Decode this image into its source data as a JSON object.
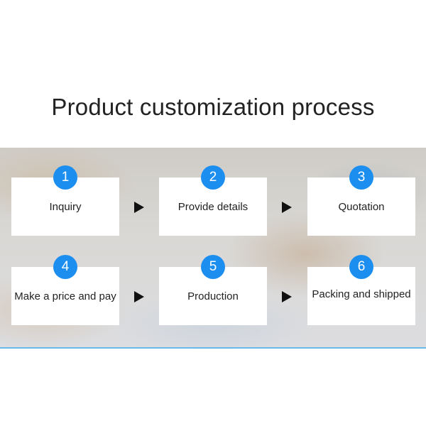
{
  "title": "Product customization process",
  "steps": [
    {
      "number": "1",
      "label": "Inquiry"
    },
    {
      "number": "2",
      "label": "Provide details"
    },
    {
      "number": "3",
      "label": "Quotation"
    },
    {
      "number": "4",
      "label": "Make a price and pay"
    },
    {
      "number": "5",
      "label": "Production"
    },
    {
      "number": "6",
      "label": "Packing and shipped"
    }
  ],
  "colors": {
    "badge": "#1b8ef0",
    "accent_line": "#69b9e8",
    "arrow": "#111111"
  },
  "icons": {
    "arrow": "right-triangle-arrow"
  }
}
